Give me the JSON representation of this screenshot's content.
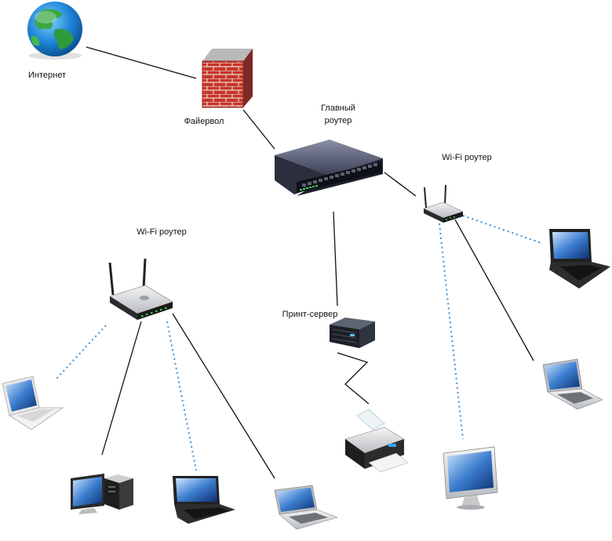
{
  "labels": {
    "internet": "Интернет",
    "firewall": "Файервол",
    "main_router_line1": "Главный",
    "main_router_line2": "роутер",
    "wifi_router_right": "Wi-Fi роутер",
    "wifi_router_left": "Wi-Fi роутер",
    "print_server": "Принт-сервер"
  },
  "colors": {
    "wired_link": "#111111",
    "wireless_link": "#3a8fd6"
  },
  "nodes": [
    {
      "id": "internet",
      "icon": "globe-icon"
    },
    {
      "id": "firewall",
      "icon": "firewall-icon"
    },
    {
      "id": "main-router",
      "icon": "network-switch-icon"
    },
    {
      "id": "wifi-router-right",
      "icon": "wifi-router-icon"
    },
    {
      "id": "wifi-router-left",
      "icon": "wifi-router-icon"
    },
    {
      "id": "print-server",
      "icon": "server-icon"
    },
    {
      "id": "printer",
      "icon": "printer-icon"
    },
    {
      "id": "laptop-left-white",
      "icon": "laptop-icon"
    },
    {
      "id": "desktop-pc",
      "icon": "desktop-pc-icon"
    },
    {
      "id": "laptop-bottom-black",
      "icon": "laptop-icon"
    },
    {
      "id": "laptop-bottom-silver",
      "icon": "laptop-icon"
    },
    {
      "id": "laptop-right-black",
      "icon": "laptop-icon"
    },
    {
      "id": "laptop-right-silver",
      "icon": "laptop-icon"
    },
    {
      "id": "monitor",
      "icon": "monitor-icon"
    }
  ]
}
